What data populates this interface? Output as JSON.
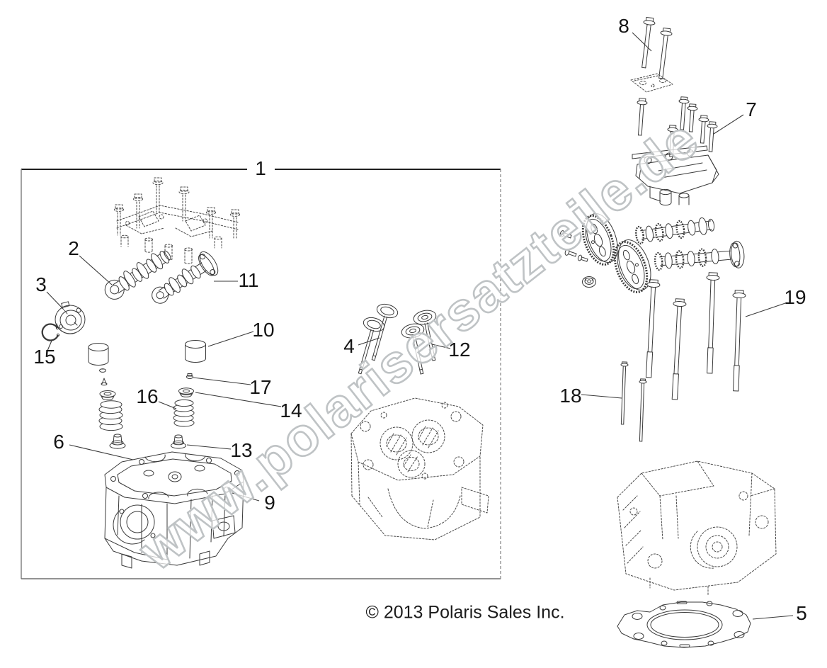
{
  "diagram": {
    "watermark": "www.polarisersatzteile.de",
    "copyright": "© 2013 Polaris Sales Inc."
  },
  "callouts": {
    "c1": "1",
    "c2": "2",
    "c3": "3",
    "c4": "4",
    "c5": "5",
    "c6": "6",
    "c7": "7",
    "c8": "8",
    "c9": "9",
    "c10": "10",
    "c11": "11",
    "c12": "12",
    "c13": "13",
    "c14": "14",
    "c15": "15",
    "c16": "16",
    "c17": "17",
    "c18": "18",
    "c19": "19"
  }
}
